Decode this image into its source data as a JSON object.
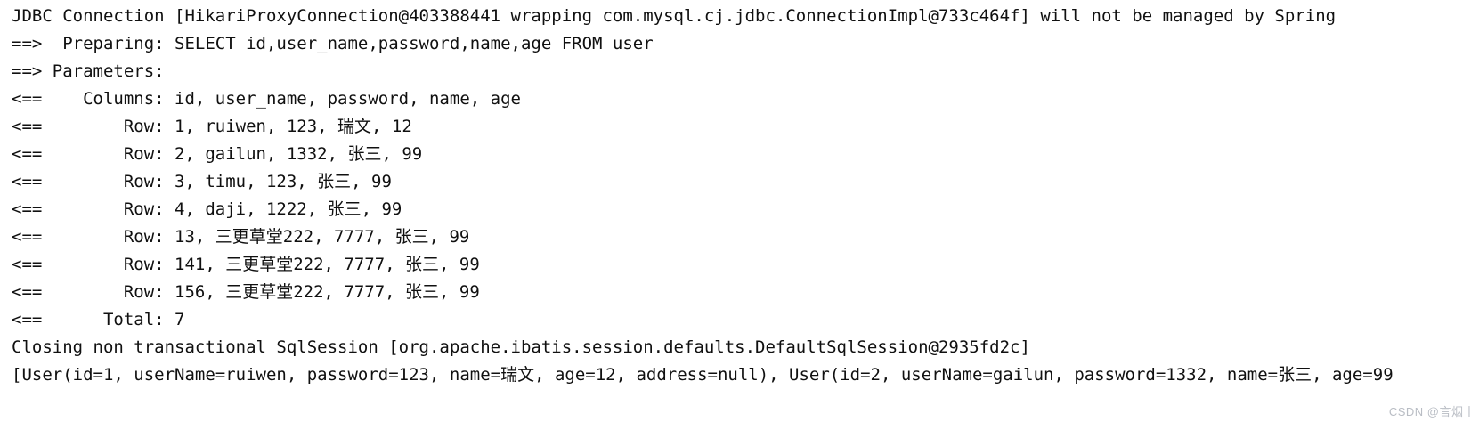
{
  "console": {
    "lines": [
      "JDBC Connection [HikariProxyConnection@403388441 wrapping com.mysql.cj.jdbc.ConnectionImpl@733c464f] will not be managed by Spring",
      "==>  Preparing: SELECT id,user_name,password,name,age FROM user",
      "==> Parameters: ",
      "<==    Columns: id, user_name, password, name, age",
      "<==        Row: 1, ruiwen, 123, 瑞文, 12",
      "<==        Row: 2, gailun, 1332, 张三, 99",
      "<==        Row: 3, timu, 123, 张三, 99",
      "<==        Row: 4, daji, 1222, 张三, 99",
      "<==        Row: 13, 三更草堂222, 7777, 张三, 99",
      "<==        Row: 141, 三更草堂222, 7777, 张三, 99",
      "<==        Row: 156, 三更草堂222, 7777, 张三, 99",
      "<==      Total: 7",
      "Closing non transactional SqlSession [org.apache.ibatis.session.defaults.DefaultSqlSession@2935fd2c]",
      "[User(id=1, userName=ruiwen, password=123, name=瑞文, age=12, address=null), User(id=2, userName=gailun, password=1332, name=张三, age=99"
    ]
  },
  "result_set": {
    "sql": "SELECT id,user_name,password,name,age FROM user",
    "columns": [
      "id",
      "user_name",
      "password",
      "name",
      "age"
    ],
    "rows": [
      [
        "1",
        "ruiwen",
        "123",
        "瑞文",
        "12"
      ],
      [
        "2",
        "gailun",
        "1332",
        "张三",
        "99"
      ],
      [
        "3",
        "timu",
        "123",
        "张三",
        "99"
      ],
      [
        "4",
        "daji",
        "1222",
        "张三",
        "99"
      ],
      [
        "13",
        "三更草堂222",
        "7777",
        "张三",
        "99"
      ],
      [
        "141",
        "三更草堂222",
        "7777",
        "张三",
        "99"
      ],
      [
        "156",
        "三更草堂222",
        "7777",
        "张三",
        "99"
      ]
    ],
    "total": "7"
  },
  "watermark": {
    "text": "CSDN @言烟丨"
  },
  "colors": {
    "background": "#ffffff",
    "text": "#101010",
    "watermark": "#b9bdc4"
  }
}
